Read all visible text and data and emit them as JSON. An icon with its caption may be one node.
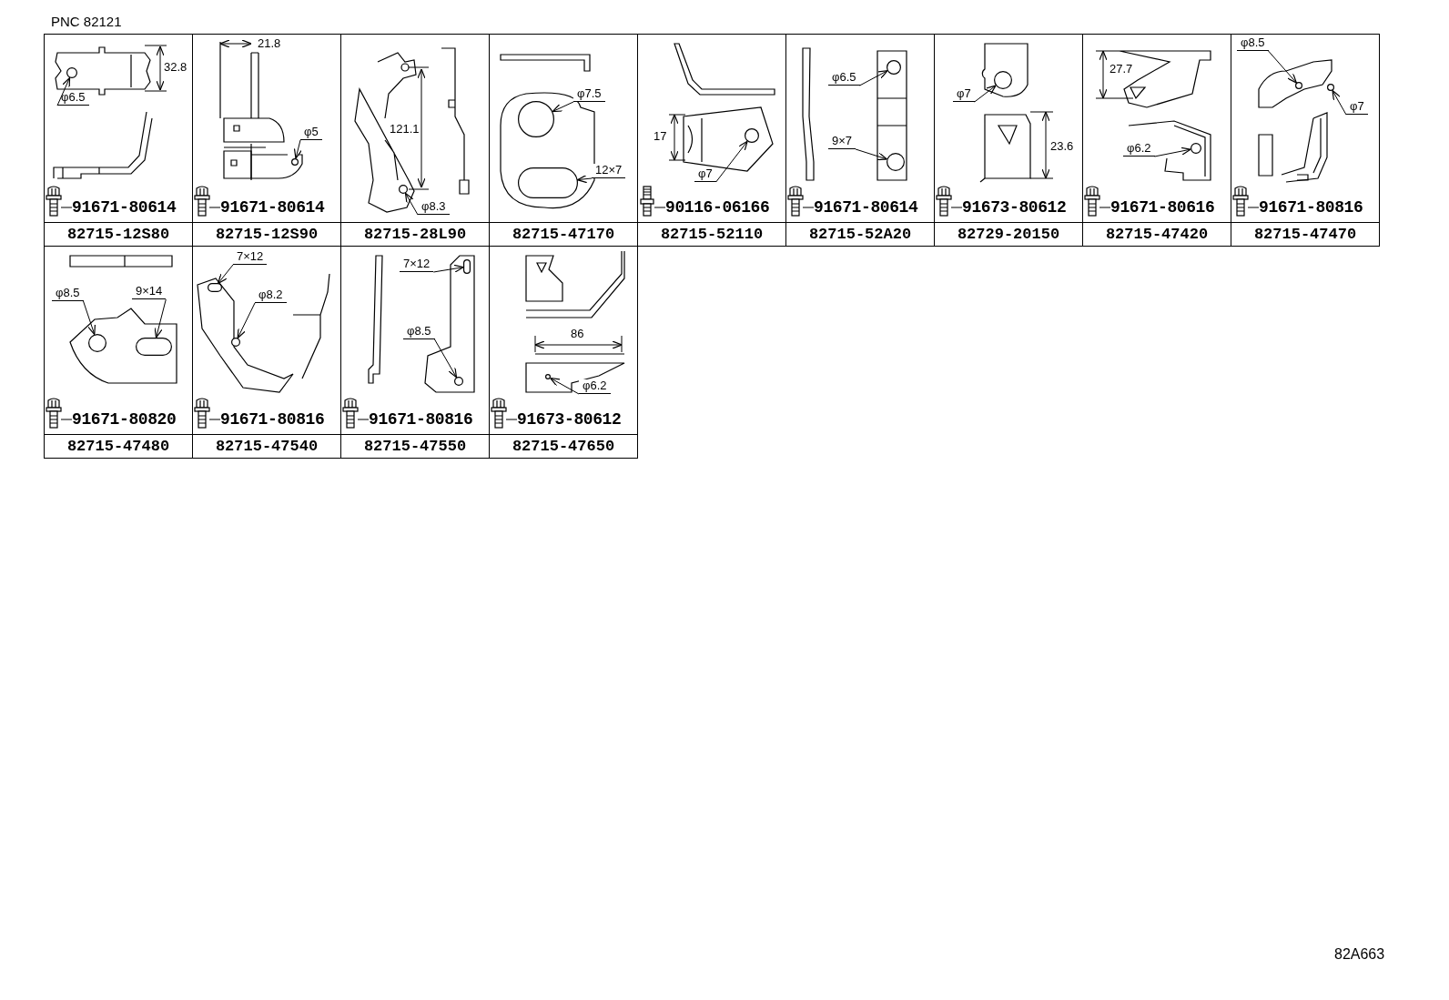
{
  "diagram": {
    "title": "PNC 82121",
    "nodes": [
      {
        "text": [
          "82715-12S80"
        ]
      },
      {
        "text": [],
        "shape": "picture",
        "in": 0
      },
      {
        "text": [
          "91671-80614"
        ],
        "in": 0
      },
      {
        "text": [
          "φ6.5"
        ],
        "in": 0
      },
      {
        "text": [
          "82715-12S90"
        ]
      },
      {
        "text": [],
        "shape": "picture",
        "in": 4
      },
      {
        "text": [
          "91671-80614"
        ],
        "in": 4
      },
      {
        "text": [
          "φ5"
        ],
        "in": 4
      },
      {
        "text": [
          "82715-28L90"
        ]
      },
      {
        "text": [
          "φ8.3"
        ],
        "in": 8
      },
      {
        "text": [
          "82715-47170"
        ]
      },
      {
        "text": [
          "φ7.5"
        ],
        "in": 10
      },
      {
        "text": [
          "12×7"
        ],
        "in": 10
      },
      {
        "text": [
          "82715-52110"
        ]
      },
      {
        "text": [],
        "shape": "picture",
        "in": 13
      },
      {
        "text": [
          "90116-06166"
        ],
        "in": 13
      },
      {
        "text": [
          "φ7"
        ],
        "in": 13
      },
      {
        "text": [
          "82715-52A20"
        ]
      },
      {
        "text": [],
        "shape": "picture",
        "in": 17
      },
      {
        "text": [
          "91671-80614"
        ],
        "in": 17
      },
      {
        "text": [
          "φ6.5"
        ],
        "in": 17
      },
      {
        "text": [
          "9×7"
        ],
        "in": 17
      },
      {
        "text": [
          "82729-20150"
        ]
      },
      {
        "text": [],
        "shape": "picture",
        "in": 22
      },
      {
        "text": [
          "91673-80612"
        ],
        "in": 22
      },
      {
        "text": [
          "φ7"
        ],
        "in": 22
      },
      {
        "text": [
          "82715-47420"
        ]
      },
      {
        "text": [],
        "shape": "picture",
        "in": 26
      },
      {
        "text": [
          "91671-80616"
        ],
        "in": 26
      },
      {
        "text": [
          "φ6.2"
        ],
        "in": 26
      },
      {
        "text": [
          "82715-47470"
        ]
      },
      {
        "text": [],
        "shape": "picture",
        "in": 30
      },
      {
        "text": [
          "91671-80816"
        ],
        "in": 30
      },
      {
        "text": [
          "φ8.5"
        ],
        "in": 30
      },
      {
        "text": [
          "φ7"
        ],
        "in": 30
      },
      {
        "text": [
          "82715-47480"
        ]
      },
      {
        "text": [],
        "shape": "picture",
        "in": 35
      },
      {
        "text": [
          "91671-80820"
        ],
        "in": 35
      },
      {
        "text": [
          "φ8.5"
        ],
        "in": 35
      },
      {
        "text": [
          "9×14"
        ],
        "in": 35
      },
      {
        "text": [
          "82715-47540"
        ]
      },
      {
        "text": [],
        "shape": "picture",
        "in": 40
      },
      {
        "text": [
          "91671-80816"
        ],
        "in": 40
      },
      {
        "text": [
          "7×12"
        ],
        "in": 40
      },
      {
        "text": [
          "φ8.2"
        ],
        "in": 40
      },
      {
        "text": [
          "82715-47550"
        ]
      },
      {
        "text": [],
        "shape": "picture",
        "in": 45
      },
      {
        "text": [
          "91671-80816"
        ],
        "in": 45
      },
      {
        "text": [
          "7×12"
        ],
        "in": 45
      },
      {
        "text": [
          "φ8.5"
        ],
        "in": 45
      },
      {
        "text": [
          "82715-47650"
        ]
      },
      {
        "text": [],
        "shape": "picture",
        "in": 50
      },
      {
        "text": [
          "91673-80612"
        ],
        "in": 50
      },
      {
        "text": [
          "φ6.2"
        ],
        "in": 50
      },
      {
        "text": [],
        "shape": "circle",
        "in": 0
      },
      {
        "text": [],
        "shape": "circle",
        "in": 4
      },
      {
        "text": [],
        "shape": "circle",
        "in": 8
      },
      {
        "text": [],
        "shape": "circle",
        "in": 10
      },
      {
        "text": [],
        "shape": "slot",
        "in": 10
      },
      {
        "text": [],
        "shape": "circle",
        "in": 13
      },
      {
        "text": [],
        "shape": "circle",
        "in": 17
      },
      {
        "text": [],
        "shape": "circle",
        "in": 17
      },
      {
        "text": [],
        "shape": "circle",
        "in": 22
      },
      {
        "text": [],
        "shape": "circle",
        "in": 26
      },
      {
        "text": [],
        "shape": "circle",
        "in": 30
      },
      {
        "text": [],
        "shape": "circle",
        "in": 30
      },
      {
        "text": [],
        "shape": "circle",
        "in": 35
      },
      {
        "text": [],
        "shape": "slot",
        "in": 35
      },
      {
        "text": [],
        "shape": "slot",
        "in": 40
      },
      {
        "text": [],
        "shape": "circle",
        "in": 40
      },
      {
        "text": [],
        "shape": "slot",
        "in": 45
      },
      {
        "text": [],
        "shape": "circle",
        "in": 45
      },
      {
        "text": [],
        "shape": "circle",
        "in": 50
      }
    ],
    "edges": [
      {
        "from": 1,
        "to": 2,
        "arrow": "none"
      },
      {
        "from": 3,
        "to": 54,
        "arrow": "to"
      },
      {
        "from": 5,
        "to": 6,
        "arrow": "none"
      },
      {
        "from": 7,
        "to": 55,
        "arrow": "to"
      },
      {
        "from": 9,
        "to": 56,
        "arrow": "to"
      },
      {
        "from": 11,
        "to": 57,
        "arrow": "to"
      },
      {
        "from": 12,
        "to": 58,
        "arrow": "to"
      },
      {
        "from": 14,
        "to": 15,
        "arrow": "none"
      },
      {
        "from": 16,
        "to": 59,
        "arrow": "to"
      },
      {
        "from": 18,
        "to": 19,
        "arrow": "none"
      },
      {
        "from": 20,
        "to": 60,
        "arrow": "to"
      },
      {
        "from": 21,
        "to": 61,
        "arrow": "to"
      },
      {
        "from": 23,
        "to": 24,
        "arrow": "none"
      },
      {
        "from": 25,
        "to": 62,
        "arrow": "to"
      },
      {
        "from": 27,
        "to": 28,
        "arrow": "none"
      },
      {
        "from": 29,
        "to": 63,
        "arrow": "to"
      },
      {
        "from": 31,
        "to": 32,
        "arrow": "none"
      },
      {
        "from": 33,
        "to": 64,
        "arrow": "to"
      },
      {
        "from": 34,
        "to": 65,
        "arrow": "to"
      },
      {
        "from": 36,
        "to": 37,
        "arrow": "none"
      },
      {
        "from": 38,
        "to": 66,
        "arrow": "to"
      },
      {
        "from": 39,
        "to": 67,
        "arrow": "to"
      },
      {
        "from": 41,
        "to": 42,
        "arrow": "none"
      },
      {
        "from": 43,
        "to": 68,
        "arrow": "to"
      },
      {
        "from": 44,
        "to": 69,
        "arrow": "to"
      },
      {
        "from": 46,
        "to": 47,
        "arrow": "none"
      },
      {
        "from": 48,
        "to": 70,
        "arrow": "to"
      },
      {
        "from": 49,
        "to": 71,
        "arrow": "to"
      },
      {
        "from": 51,
        "to": 52,
        "arrow": "none"
      },
      {
        "from": 53,
        "to": 72,
        "arrow": "to"
      }
    ],
    "labels": [
      "32.8",
      "21.8",
      "121.1",
      "17",
      "23.6",
      "27.7",
      "86",
      "82A663"
    ]
  }
}
